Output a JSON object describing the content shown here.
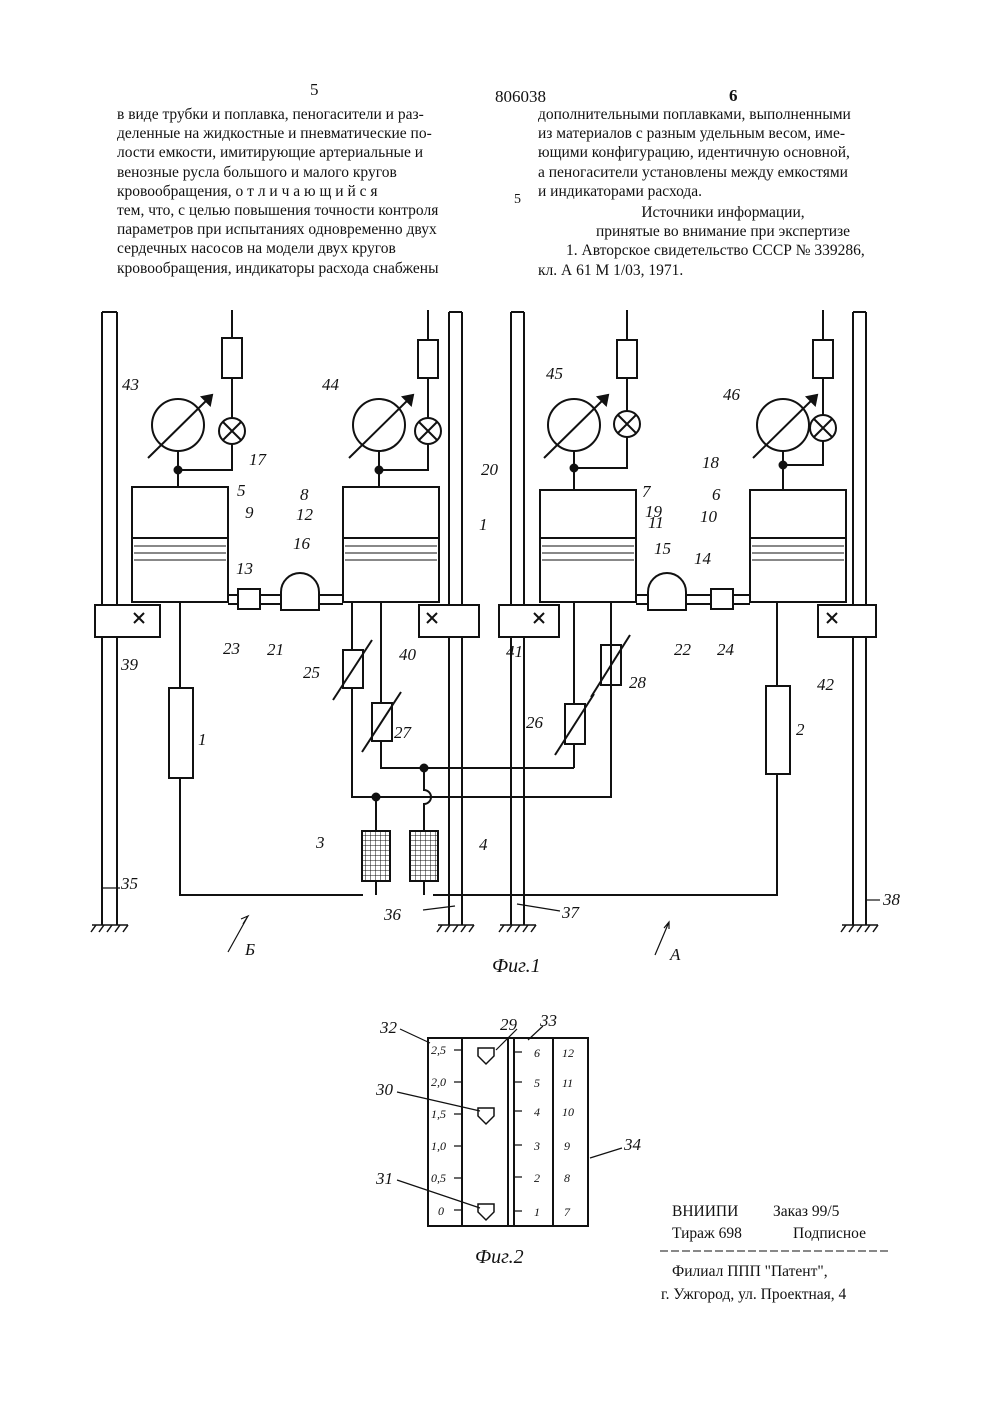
{
  "header": {
    "page_left": "5",
    "patent_number": "806038",
    "page_right": "6",
    "margin_line_number": "5"
  },
  "left_column": [
    "в виде трубки и поплавка, пеногасители и раз-",
    "деленные на жидкостные и пневматические по-",
    "лости емкости, имитирующие артериальные и",
    "венозные русла большого и малого кругов",
    "кровообращения, о т л и ч а ю щ и й с я",
    "тем, что, с целью повышения точности контроля",
    "параметров при испытаниях одновременно двух",
    "сердечных насосов на модели двух кругов",
    "кровообращения, индикаторы расхода снабжены"
  ],
  "right_column": [
    "дополнительными поплавками, выполненными",
    "из материалов с разным удельным весом, име-",
    "ющими конфигурацию, идентичную основной,",
    "а пеногасители установлены между емкостями",
    "и индикаторами расхода."
  ],
  "sources": {
    "heading_1": "Источники информации,",
    "heading_2": "принятые во внимание при экспертизе",
    "ref_line_1": "1. Авторское свидетельство СССР № 339286,",
    "ref_line_2": "кл. А 61 М 1/03, 1971."
  },
  "figure1": {
    "caption": "Фиг.1",
    "labels": {
      "n1a": "1",
      "n1b": "1",
      "n2": "2",
      "n3": "3",
      "n4": "4",
      "n5": "5",
      "n6": "6",
      "n7": "7",
      "n8": "8",
      "n9": "9",
      "n10": "10",
      "n11": "11",
      "n12": "12",
      "n13": "13",
      "n14": "14",
      "n15": "15",
      "n16": "16",
      "n17": "17",
      "n18": "18",
      "n19": "19",
      "n20": "20",
      "n21": "21",
      "n22": "22",
      "n23": "23",
      "n24": "24",
      "n25": "25",
      "n26": "26",
      "n27": "27",
      "n28": "28",
      "n35": "35",
      "n36": "36",
      "n37": "37",
      "n38": "38",
      "n39": "39",
      "n40": "40",
      "n41": "41",
      "n42": "42",
      "n43": "43",
      "n44": "44",
      "n45": "45",
      "n46": "46",
      "view_b": "Б",
      "view_a": "А"
    }
  },
  "figure2": {
    "caption": "Фиг.2",
    "labels": {
      "n29": "29",
      "n30": "30",
      "n31": "31",
      "n32": "32",
      "n33": "33",
      "n34": "34"
    },
    "scale_left": [
      "2,5",
      "2,0",
      "1,5",
      "1,0",
      "0,5",
      "0"
    ],
    "scale_middle": [
      "6",
      "5",
      "4",
      "3",
      "2",
      "1"
    ],
    "scale_right": [
      "12",
      "11",
      "10",
      "9",
      "8",
      "7"
    ]
  },
  "imprint": {
    "org": "ВНИИПИ",
    "order": "Заказ 99/5",
    "circulation": "Тираж 698",
    "subscription": "Подписное",
    "branch": "Филиал ППП \"Патент\",",
    "address": "г. Ужгород, ул. Проектная, 4"
  }
}
